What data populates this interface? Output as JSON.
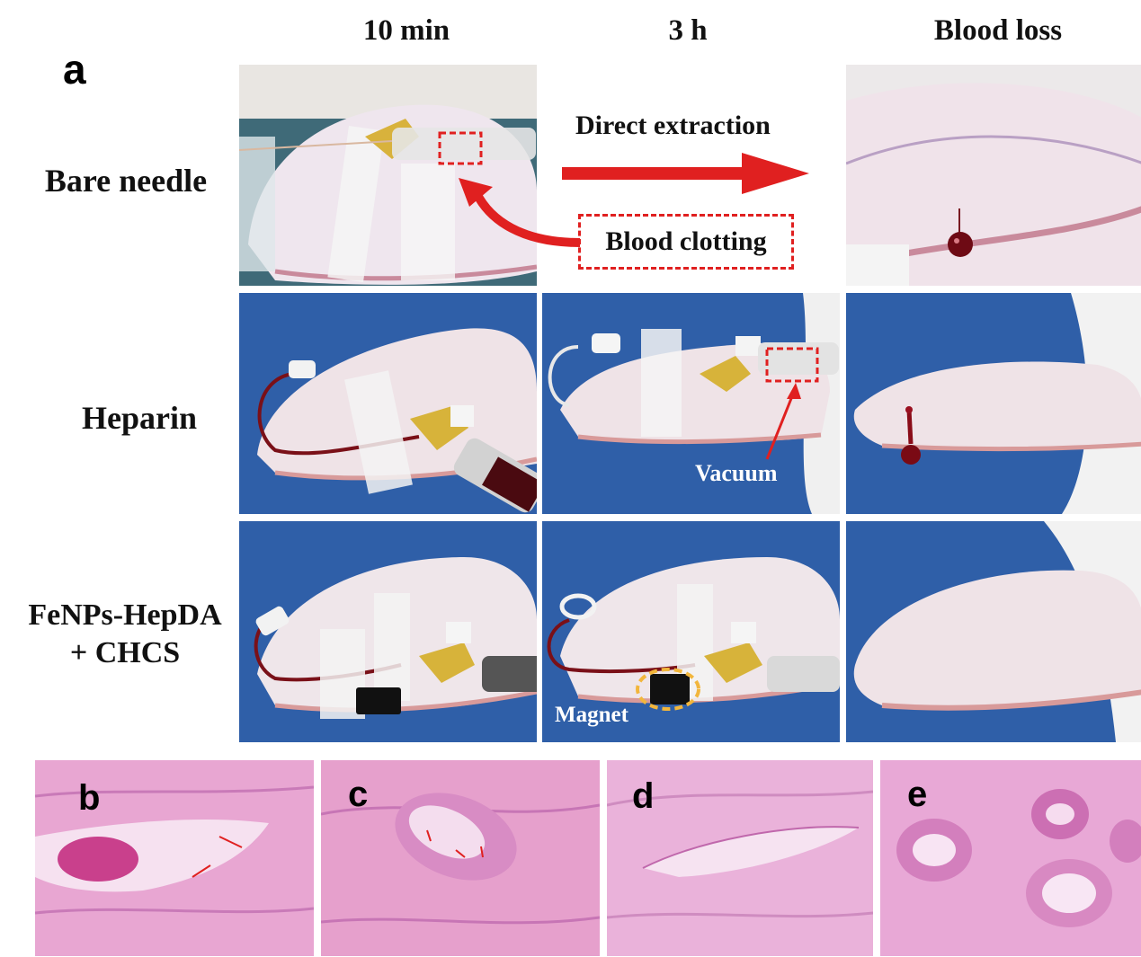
{
  "panel_a": {
    "letter": "a",
    "columns": [
      "10 min",
      "3 h",
      "Blood loss"
    ],
    "rows": [
      {
        "label_lines": [
          "Bare needle"
        ]
      },
      {
        "label_lines": [
          "Heparin"
        ]
      },
      {
        "label_lines": [
          "FeNPs-HepDA",
          "+ CHCS"
        ]
      }
    ],
    "annotations": {
      "direct_extraction": "Direct extraction",
      "blood_clotting": "Blood clotting",
      "vacuum": "Vacuum",
      "magnet": "Magnet"
    },
    "colors": {
      "annotation_red": "#e02020",
      "magnet_ring": "#f2b63c",
      "drape_blue": "#2f5fa8"
    }
  },
  "histology": {
    "panels": [
      {
        "letter": "b"
      },
      {
        "letter": "c"
      },
      {
        "letter": "d"
      },
      {
        "letter": "e"
      }
    ],
    "stain_color": "#e6a6d2"
  }
}
